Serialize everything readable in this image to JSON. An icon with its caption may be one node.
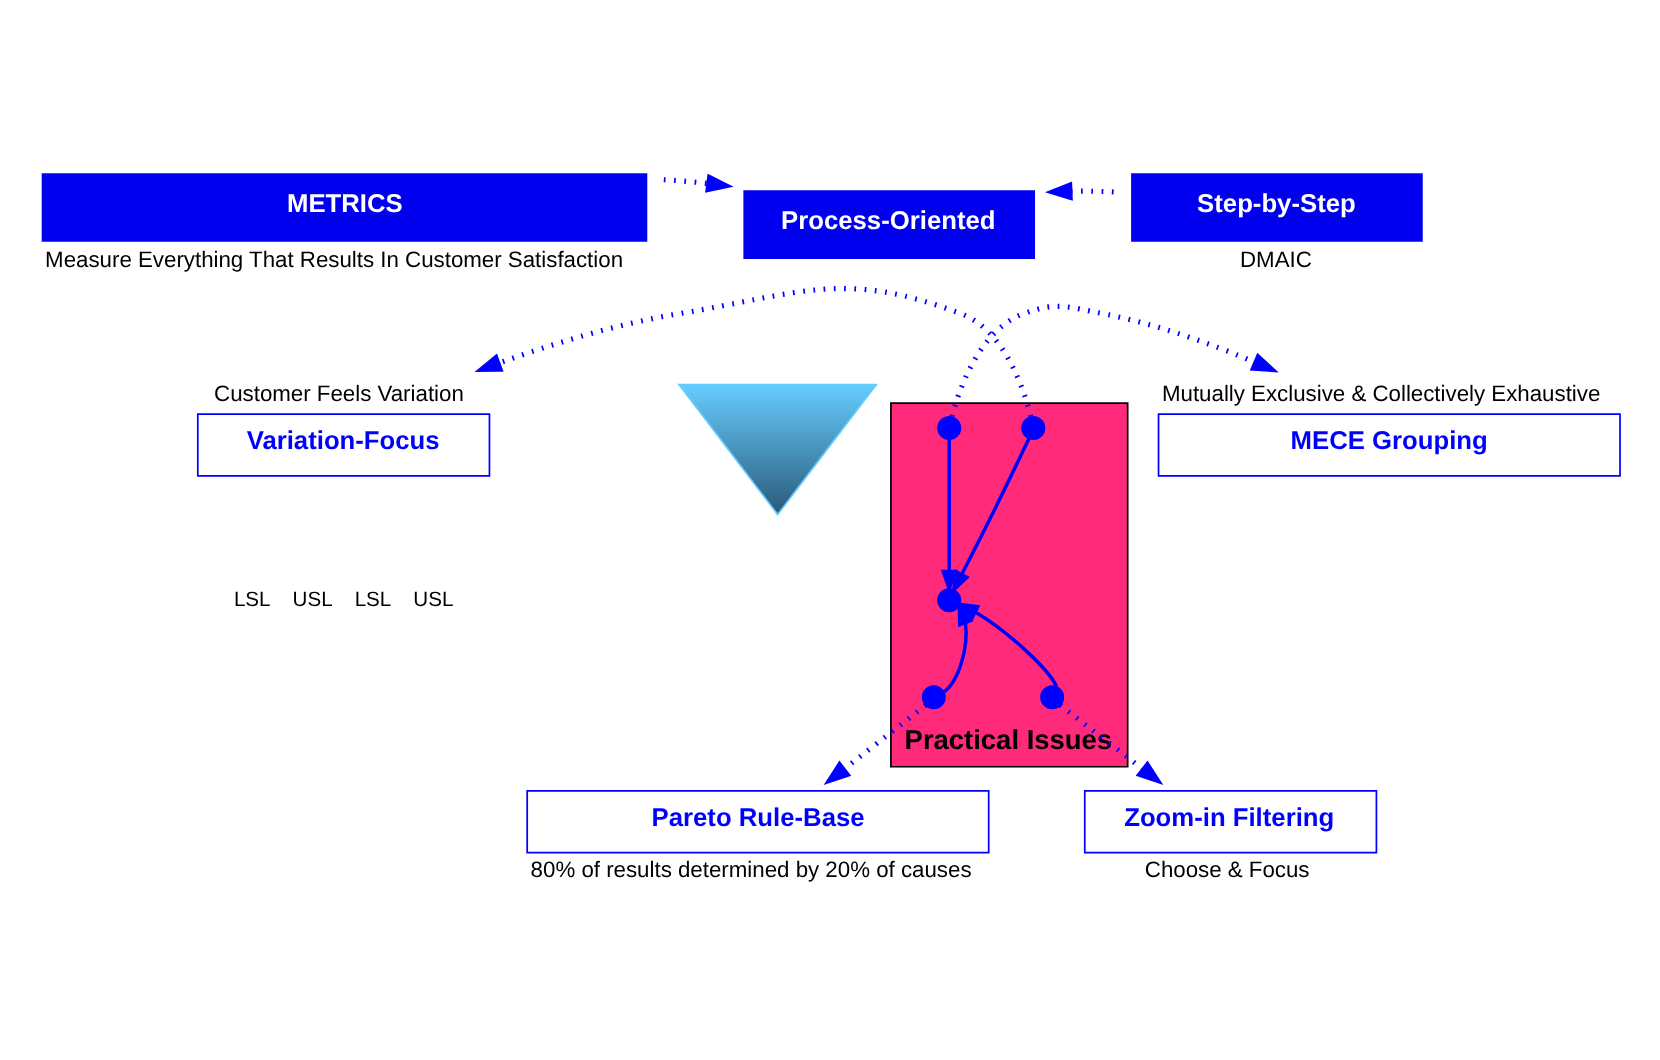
{
  "diagram": {
    "nodes": [
      {
        "text": [
          "METRICS"
        ],
        "beside": [
          "Measure Everything That Results In Customer Satisfaction"
        ]
      },
      {
        "text": [
          "Process-Oriented"
        ]
      },
      {
        "text": [
          "Step-by-Step"
        ],
        "beside": [
          "DMAIC"
        ]
      },
      {
        "text": [],
        "shape": "triangle"
      },
      {
        "text": [
          "Variation-Focus"
        ],
        "beside": [
          "Customer Feels Variation"
        ]
      },
      {
        "text": [
          "MECE Grouping"
        ],
        "beside": [
          "Mutually Exclusive & Collectively Exhaustive"
        ]
      },
      {
        "text": [
          "Practical Issues"
        ]
      },
      {
        "text": [],
        "shape": "circle",
        "in": 6
      },
      {
        "text": [],
        "shape": "circle",
        "in": 6
      },
      {
        "text": [],
        "shape": "circle",
        "in": 6
      },
      {
        "text": [],
        "shape": "circle",
        "in": 6
      },
      {
        "text": [],
        "shape": "circle",
        "in": 6
      },
      {
        "text": [
          "Pareto Rule-Base"
        ],
        "beside": [
          "80% of results determined by 20% of causes"
        ]
      },
      {
        "text": [
          "Zoom-in Filtering"
        ],
        "beside": [
          "Choose & Focus"
        ]
      }
    ],
    "edges": [
      {
        "from": 0,
        "to": 1,
        "arrow": "to",
        "style": "dashed"
      },
      {
        "from": 2,
        "to": 1,
        "arrow": "to",
        "style": "dashed"
      },
      {
        "from": 7,
        "to": 4,
        "arrow": "to",
        "style": "dashed"
      },
      {
        "from": 8,
        "to": 5,
        "arrow": "to",
        "style": "dashed"
      },
      {
        "from": 7,
        "to": 9,
        "arrow": "to"
      },
      {
        "from": 8,
        "to": 9,
        "arrow": "to"
      },
      {
        "from": 10,
        "to": 9,
        "arrow": "to"
      },
      {
        "from": 11,
        "to": 9,
        "arrow": "to"
      },
      {
        "from": 10,
        "to": 12,
        "arrow": "to",
        "style": "dashed"
      },
      {
        "from": 11,
        "to": 13,
        "arrow": "to",
        "style": "dashed"
      }
    ],
    "labels": [
      "LSL",
      "USL",
      "LSL",
      "USL"
    ]
  }
}
